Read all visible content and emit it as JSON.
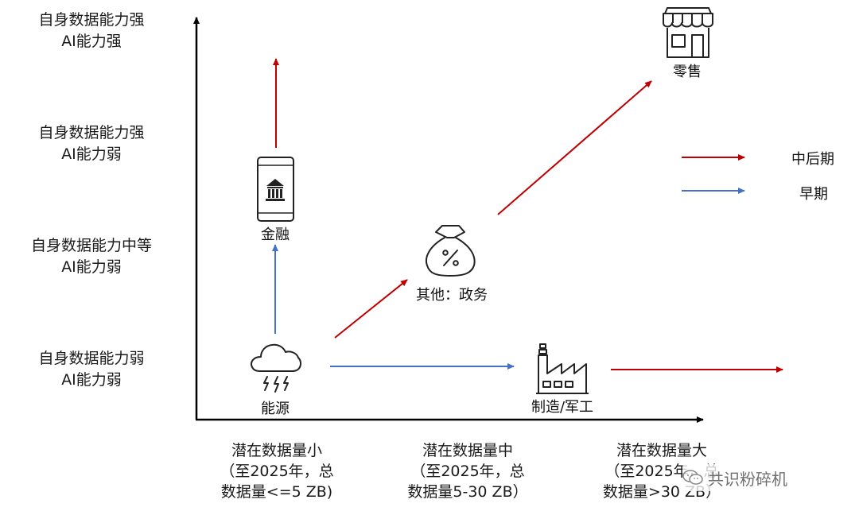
{
  "y_axis_levels": [
    {
      "line1": "自身数据能力强",
      "line2": "AI能力强"
    },
    {
      "line1": "自身数据能力强",
      "line2": "AI能力弱"
    },
    {
      "line1": "自身数据能力中等",
      "line2": "AI能力弱"
    },
    {
      "line1": "自身数据能力弱",
      "line2": "AI能力弱"
    }
  ],
  "x_axis_levels": [
    {
      "line1": "潜在数据量小",
      "line2": "（至2025年，总",
      "line3": "数据量<=5 ZB)"
    },
    {
      "line1": "潜在数据量中",
      "line2": "（至2025年，总",
      "line3": "数据量5-30 ZB）"
    },
    {
      "line1": "潜在数据量大",
      "line2": "（至2025年，总",
      "line3": "数据量>30 ZB）"
    }
  ],
  "nodes": {
    "energy": {
      "label": "能源",
      "icon": "storm-cloud-icon"
    },
    "finance": {
      "label": "金融",
      "icon": "mobile-bank-icon"
    },
    "government": {
      "label": "其他：政务",
      "icon": "money-bag-percent-icon"
    },
    "manufacturing": {
      "label": "制造/军工",
      "icon": "factory-icon"
    },
    "retail": {
      "label": "零售",
      "icon": "storefront-icon"
    }
  },
  "legend": [
    {
      "label": "中后期",
      "color": "#c00000"
    },
    {
      "label": "早期",
      "color": "#4472c4"
    }
  ],
  "colors": {
    "late": "#c00000",
    "early": "#4472c4",
    "axis": "#000000"
  },
  "watermark": {
    "text": "共识粉碎机",
    "icon": "wechat-icon"
  }
}
